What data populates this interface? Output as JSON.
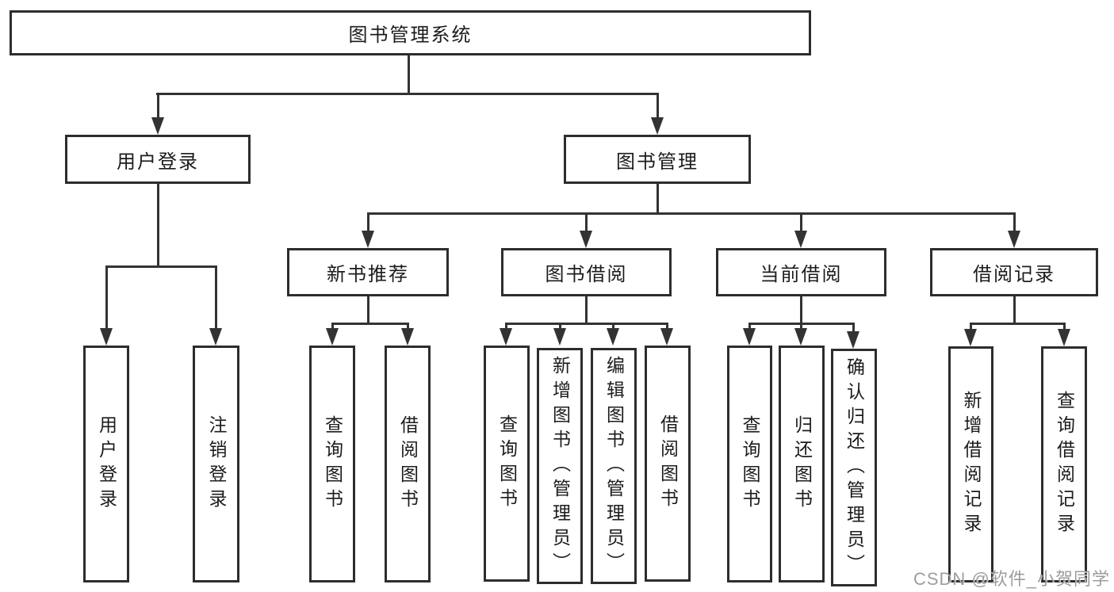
{
  "diagram_title": "图书管理系统",
  "tree": {
    "label": "图书管理系统",
    "children": [
      {
        "label": "用户登录",
        "children": [
          {
            "label": "用户登录"
          },
          {
            "label": "注销登录"
          }
        ]
      },
      {
        "label": "图书管理",
        "children": [
          {
            "label": "新书推荐",
            "children": [
              {
                "label": "查询图书"
              },
              {
                "label": "借阅图书"
              }
            ]
          },
          {
            "label": "图书借阅",
            "children": [
              {
                "label": "查询图书"
              },
              {
                "label": "新增图书（管理员）"
              },
              {
                "label": "编辑图书（管理员）"
              },
              {
                "label": "借阅图书"
              }
            ]
          },
          {
            "label": "当前借阅",
            "children": [
              {
                "label": "查询图书"
              },
              {
                "label": "归还图书"
              },
              {
                "label": "确认归还（管理员）"
              }
            ]
          },
          {
            "label": "借阅记录",
            "children": [
              {
                "label": "新增借阅记录"
              },
              {
                "label": "查询借阅记录"
              }
            ]
          }
        ]
      }
    ]
  },
  "watermark": {
    "text": "CSDN @软件_小贺同学"
  },
  "colors": {
    "line": "#333333",
    "box_border": "#2d2d2d",
    "text": "#1c1c1c",
    "watermark": "#9d9d9d",
    "background": "#ffffff"
  }
}
